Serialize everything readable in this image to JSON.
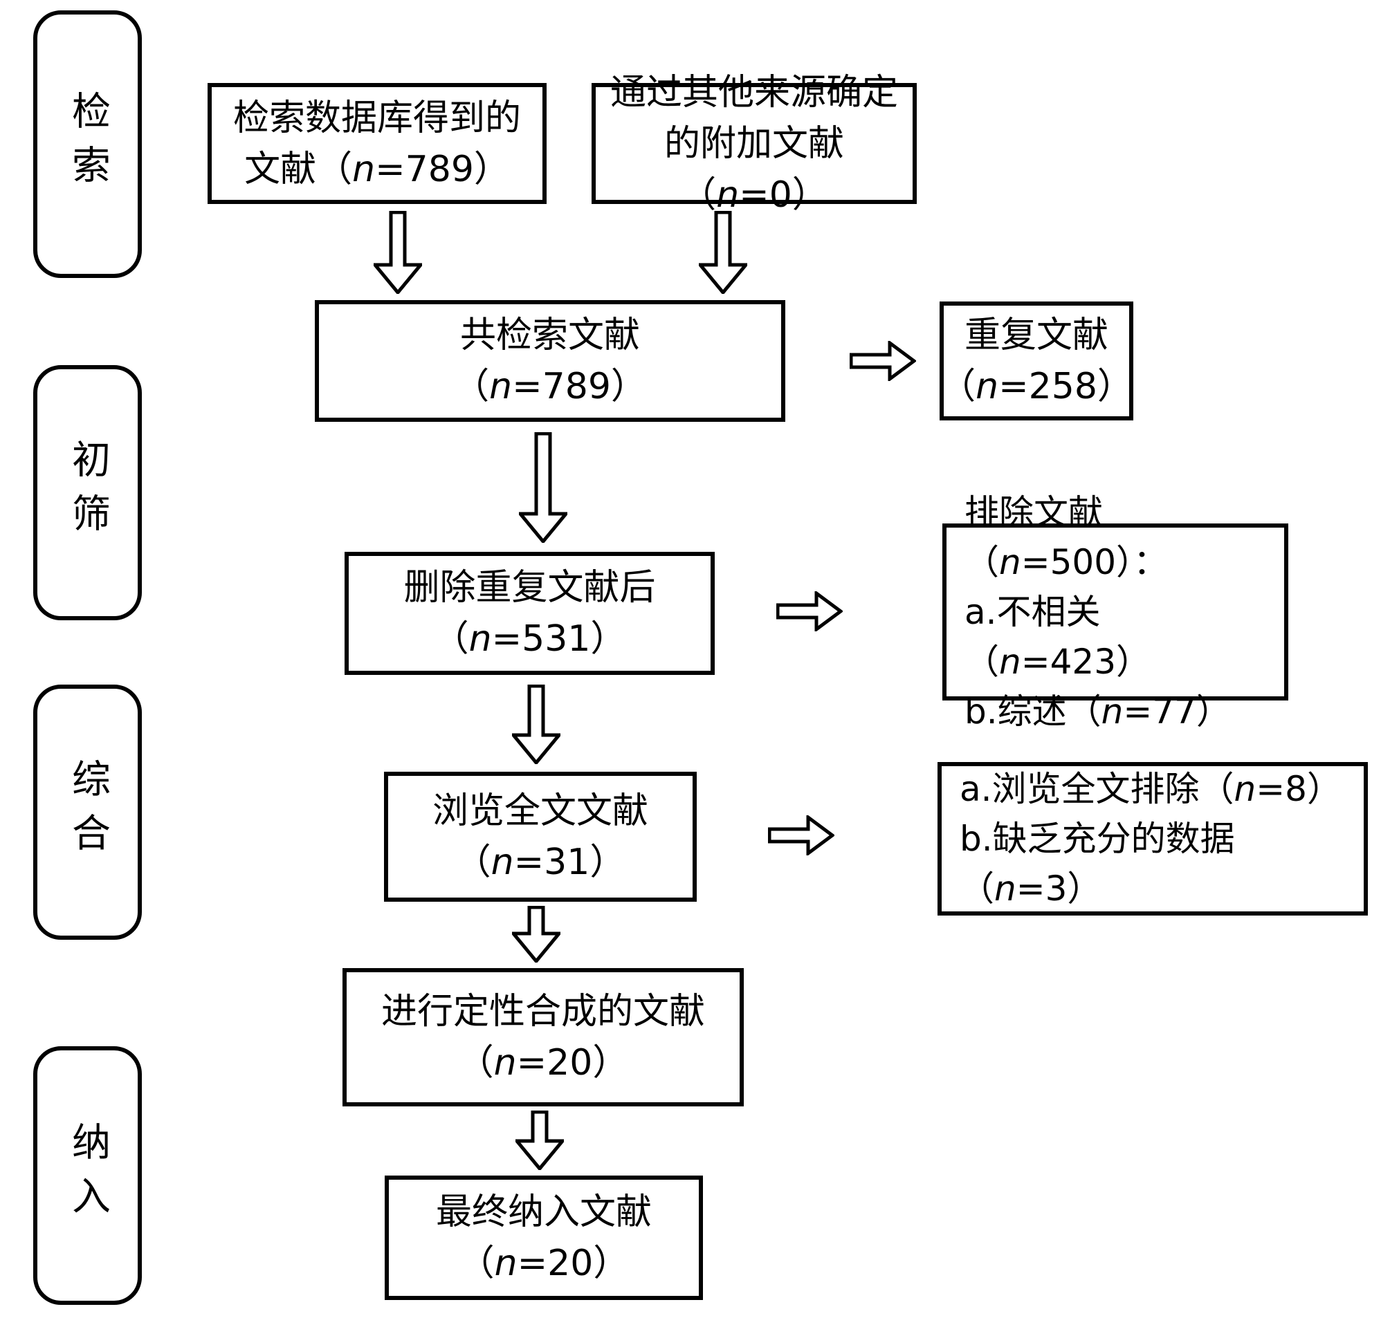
{
  "stages": {
    "s1": "检索",
    "s2": "初筛",
    "s3": "综合",
    "s4": "纳入"
  },
  "boxes": {
    "db": {
      "l1": "检索数据库得到的",
      "l2a": "文献（",
      "l2n": "n",
      "l2b": "=789）"
    },
    "other": {
      "l1": "通过其他来源确定",
      "l2a": "的附加文献（",
      "l2n": "n",
      "l2b": "=0）"
    },
    "total": {
      "l1": "共检索文献",
      "l2a": "（",
      "l2n": "n",
      "l2b": "=789）"
    },
    "dup": {
      "l1": "重复文献",
      "l2a": "（",
      "l2n": "n",
      "l2b": "=258）"
    },
    "dedup": {
      "l1": "删除重复文献后",
      "l2a": "（",
      "l2n": "n",
      "l2b": "=531）"
    },
    "excluded": {
      "l1a": "排除文献（",
      "l1n": "n",
      "l1b": "=500）：",
      "l2a": "a.不相关（",
      "l2n": "n",
      "l2b": "=423）",
      "l3a": "b.综述（",
      "l3n": "n",
      "l3b": "=77）"
    },
    "fulltext": {
      "l1": "浏览全文文献",
      "l2a": "（",
      "l2n": "n",
      "l2b": "=31）"
    },
    "ft_excluded": {
      "l1a": "a.浏览全文排除（",
      "l1n": "n",
      "l1b": "=8）",
      "l2a": "b.缺乏充分的数据（",
      "l2n": "n",
      "l2b": "=3）"
    },
    "qualitative": {
      "l1": "进行定性合成的文献",
      "l2a": "（",
      "l2n": "n",
      "l2b": "=20）"
    },
    "final": {
      "l1": "最终纳入文献",
      "l2a": "（",
      "l2n": "n",
      "l2b": "=20）"
    }
  },
  "colors": {
    "stroke": "#000000",
    "fill": "#ffffff"
  }
}
